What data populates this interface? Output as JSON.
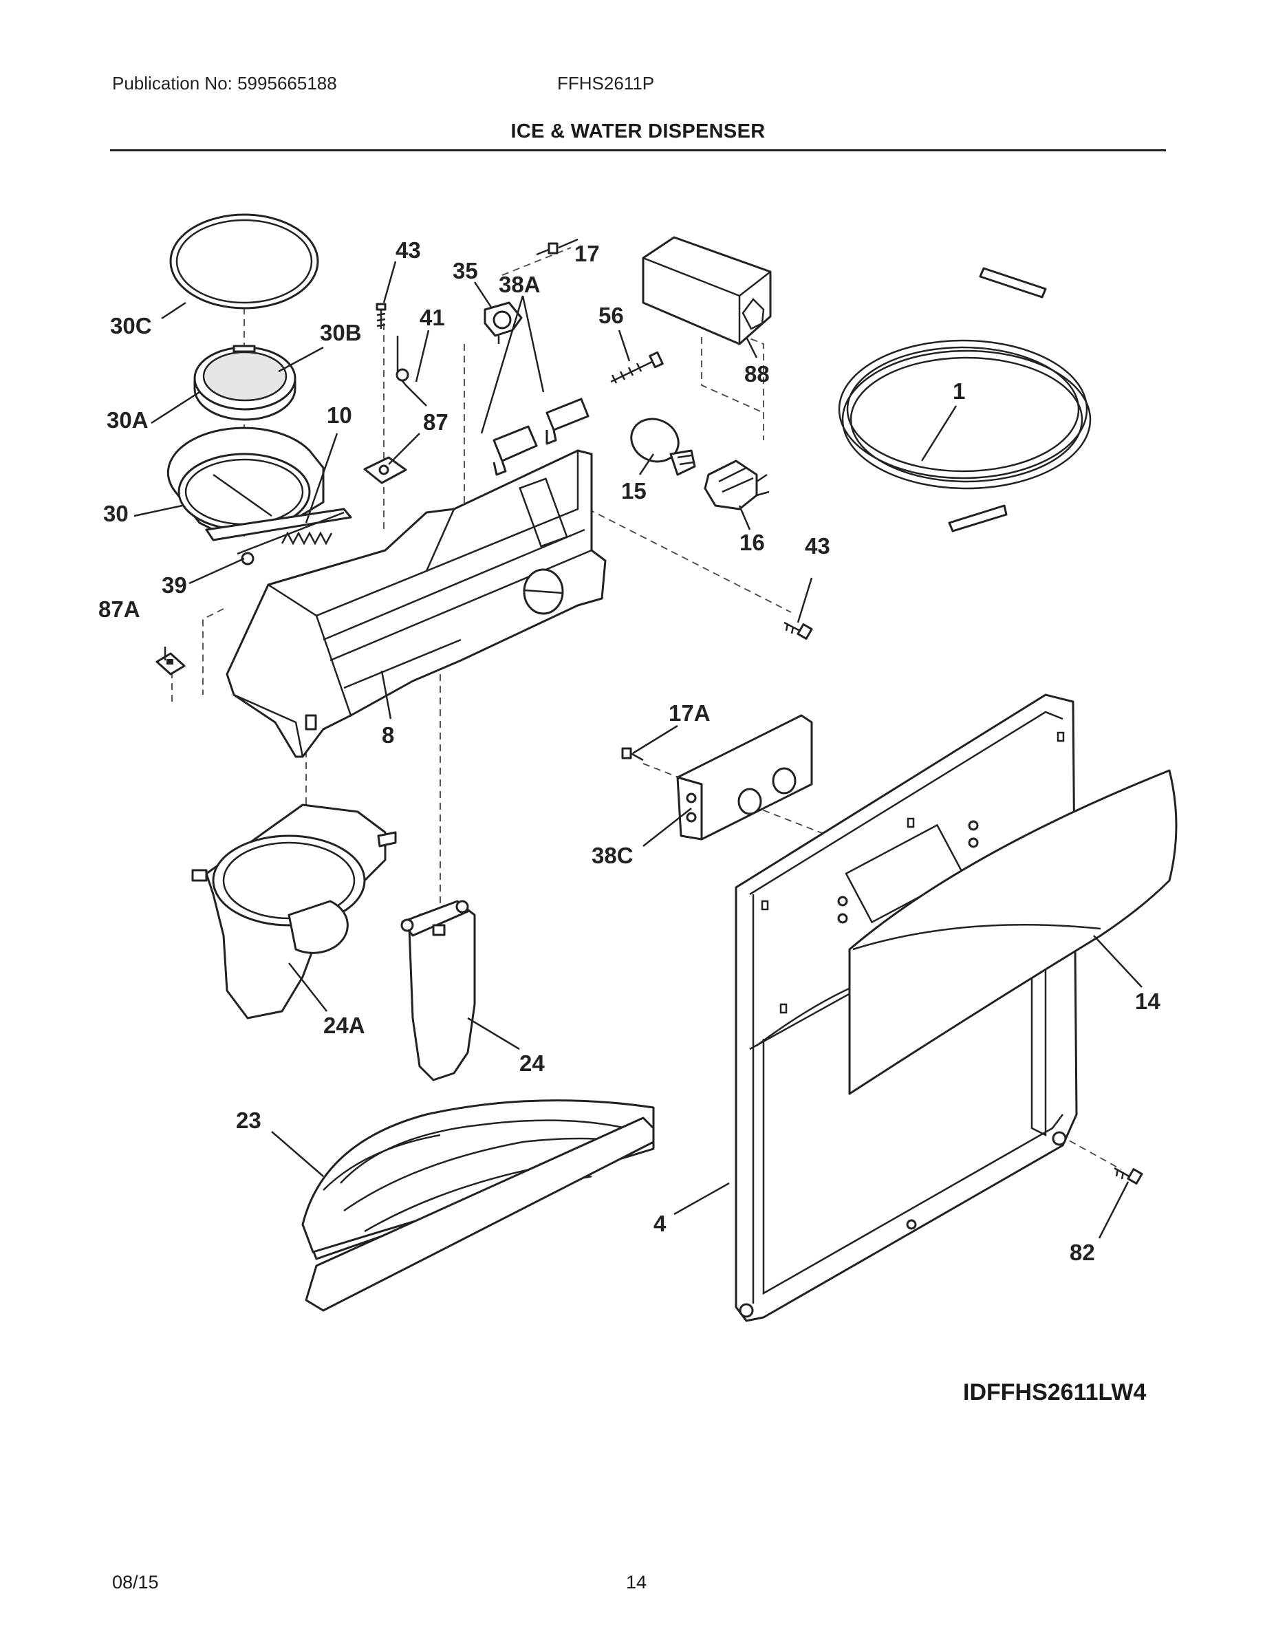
{
  "header": {
    "publication": "Publication No: 5995665188",
    "model": "FFHS2611P",
    "title": "ICE & WATER DISPENSER"
  },
  "diagram": {
    "callouts": [
      "43",
      "17",
      "35",
      "41",
      "56",
      "30C",
      "30B",
      "88",
      "38A",
      "1",
      "30A",
      "10",
      "87",
      "15",
      "30",
      "16",
      "43",
      "39",
      "87A",
      "8",
      "17A",
      "38C",
      "14",
      "24A",
      "24",
      "23",
      "4",
      "82"
    ],
    "reference_code": "IDFFHS2611LW4"
  },
  "footer": {
    "date": "08/15",
    "page": "14"
  }
}
